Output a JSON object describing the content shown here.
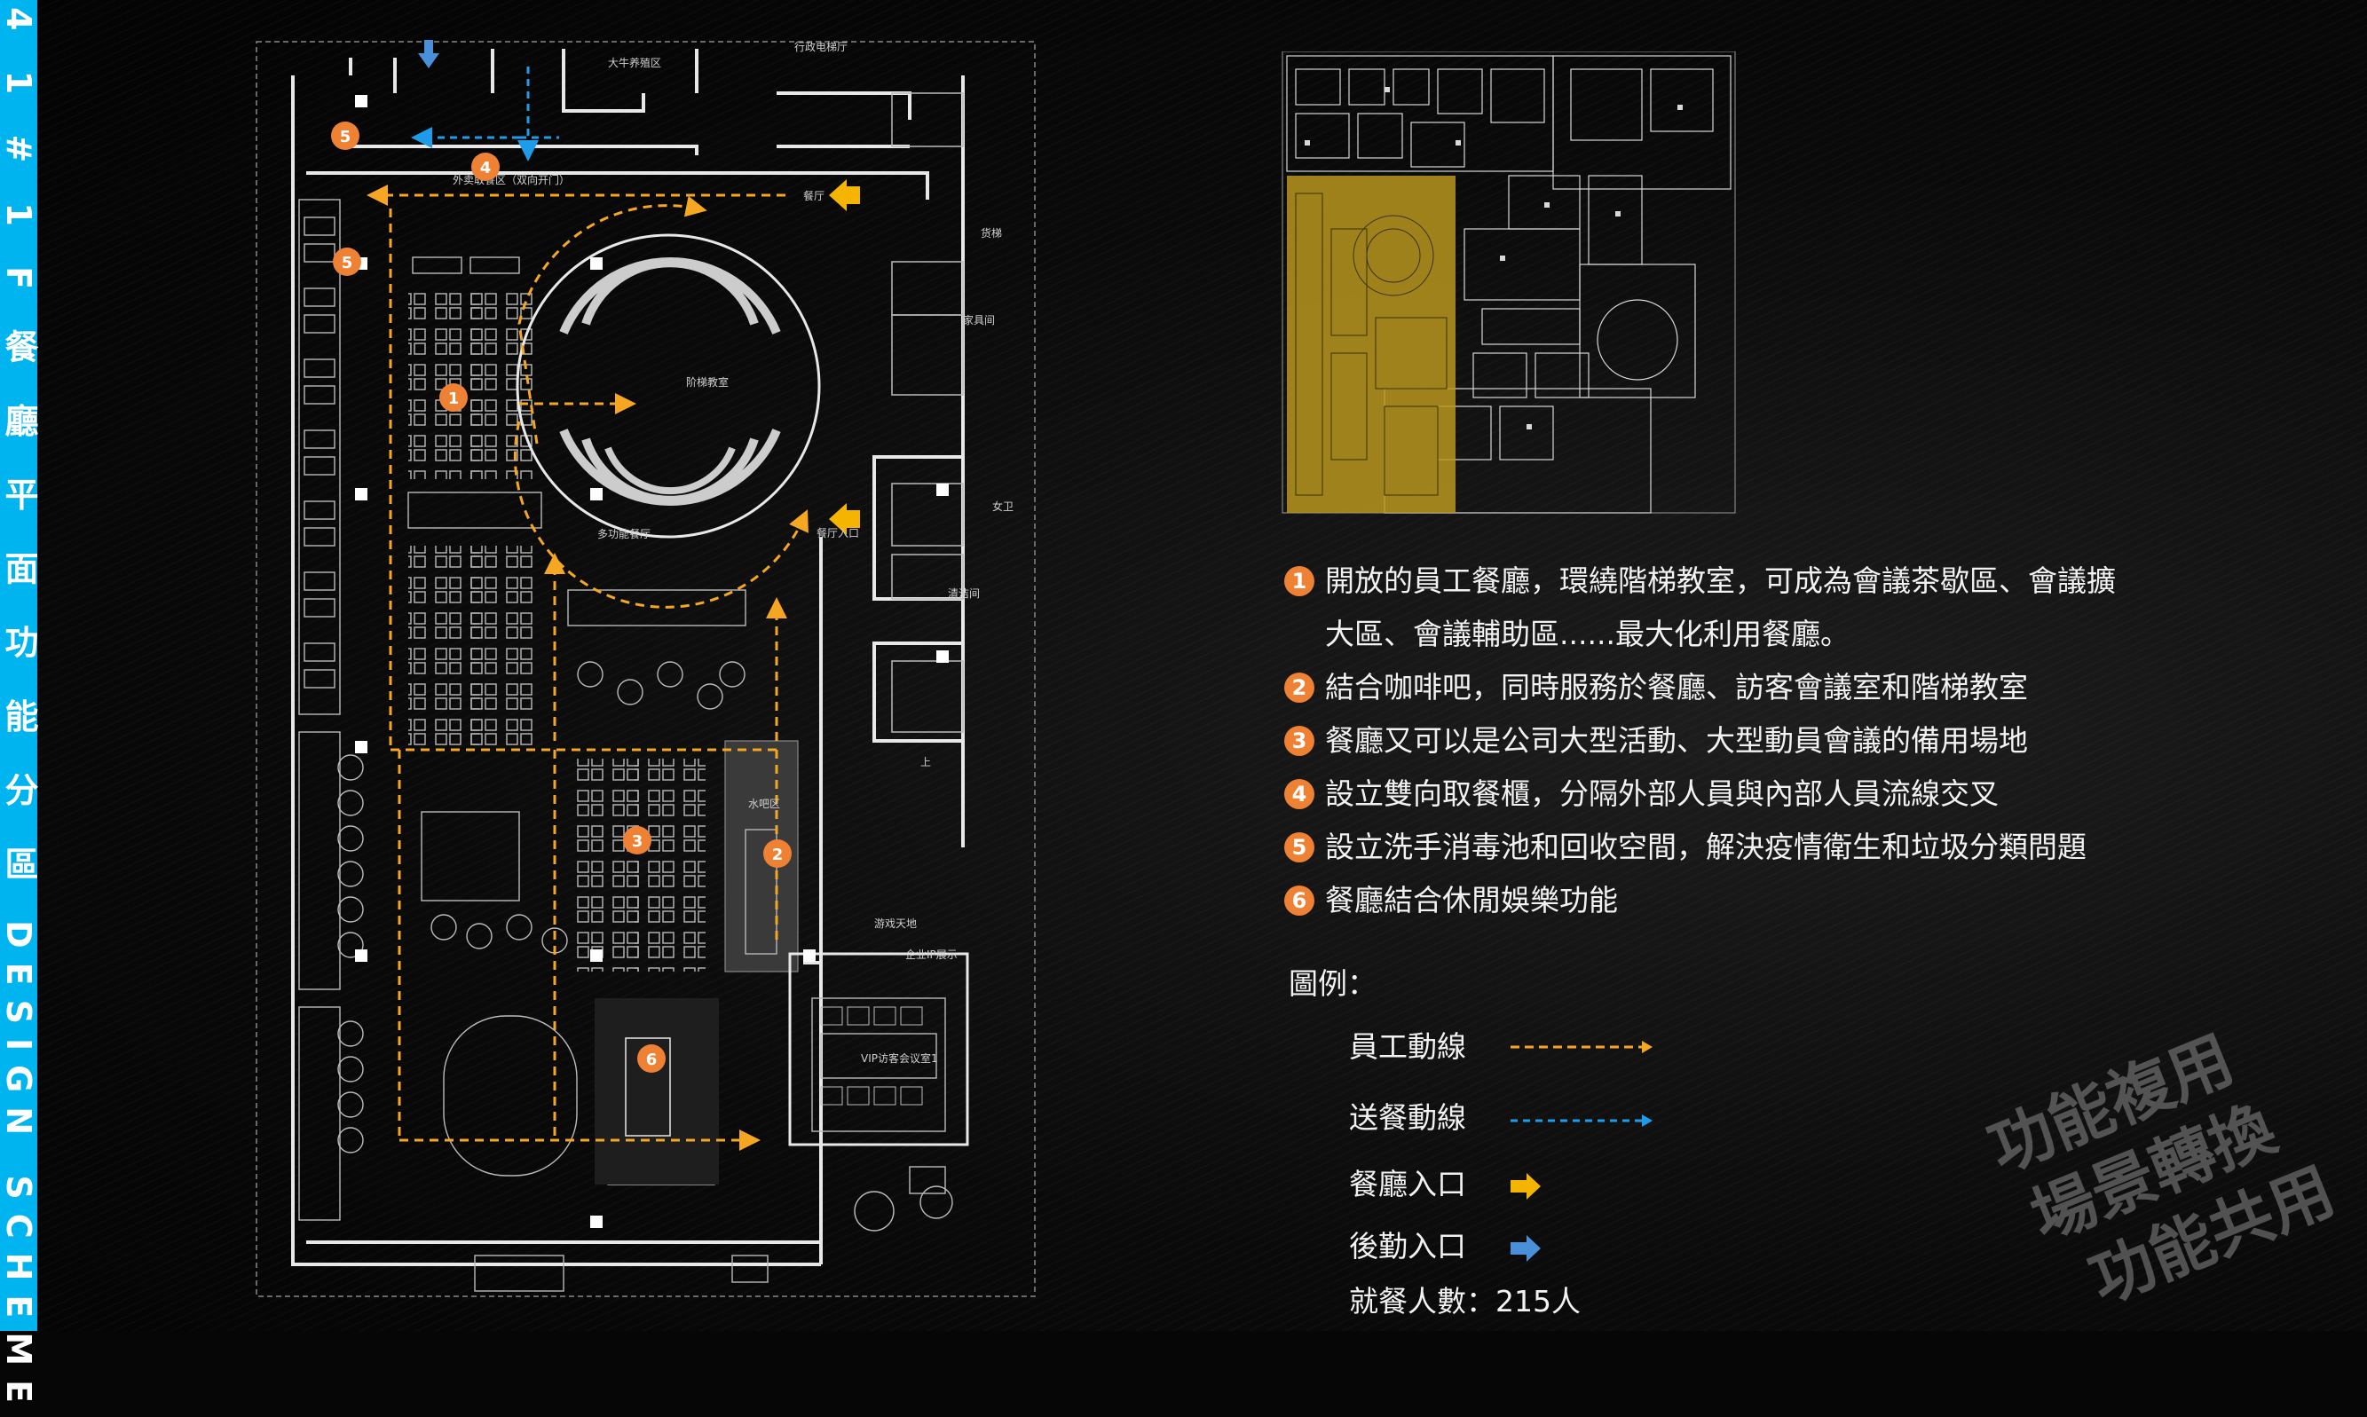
{
  "sidebar": {
    "title": "4 1 # 1 F 餐 廳 平 面 功 能 分 區 DESIGN SCHEME"
  },
  "plan": {
    "labels": {
      "l1": "大牛养殖区",
      "l2": "行政电梯厅",
      "l3": "外卖取餐区（双向开门）",
      "l4": "餐厅",
      "l5": "货梯",
      "l6": "家具间",
      "l7": "阶梯教室",
      "l8": "多功能餐厅",
      "l9": "餐厅入口",
      "l10": "女卫",
      "l11": "清洁间",
      "l12": "水吧区",
      "l13": "游戏天地",
      "l14": "企业IP展示",
      "l15": "VIP访客会议室1",
      "l16": "上"
    },
    "markers": [
      "1",
      "2",
      "3",
      "4",
      "5",
      "5",
      "6"
    ]
  },
  "descriptions": [
    {
      "num": "1",
      "text": "開放的員工餐廳，環繞階梯教室，可成為會議茶歇區、會議擴大區、會議輔助區......最大化利用餐廳。"
    },
    {
      "num": "2",
      "text": "結合咖啡吧，同時服務於餐廳、訪客會議室和階梯教室"
    },
    {
      "num": "3",
      "text": "餐廳又可以是公司大型活動、大型動員會議的備用場地"
    },
    {
      "num": "4",
      "text": "設立雙向取餐櫃，分隔外部人員與內部人員流線交叉"
    },
    {
      "num": "5",
      "text": "設立洗手消毒池和回收空間，解決疫情衛生和垃圾分類問題"
    },
    {
      "num": "6",
      "text": "餐廳結合休閒娛樂功能"
    }
  ],
  "legend": {
    "title": "圖例：",
    "staff_flow": "員工動線",
    "delivery_flow": "送餐動線",
    "restaurant_entrance": "餐廳入口",
    "logistics_entrance": "後勤入口",
    "diners": "就餐人數：215人"
  },
  "watermark": {
    "line1": "功能複用",
    "line2": "場景轉換",
    "line3": "功能共用"
  },
  "colors": {
    "accent_orange": "#f5a623",
    "marker_orange": "#ee8133",
    "delivery_blue": "#1e9be9",
    "entrance_blue": "#4a90d9",
    "sidebar": "#00b4f0",
    "highlight": "#b8961f"
  }
}
